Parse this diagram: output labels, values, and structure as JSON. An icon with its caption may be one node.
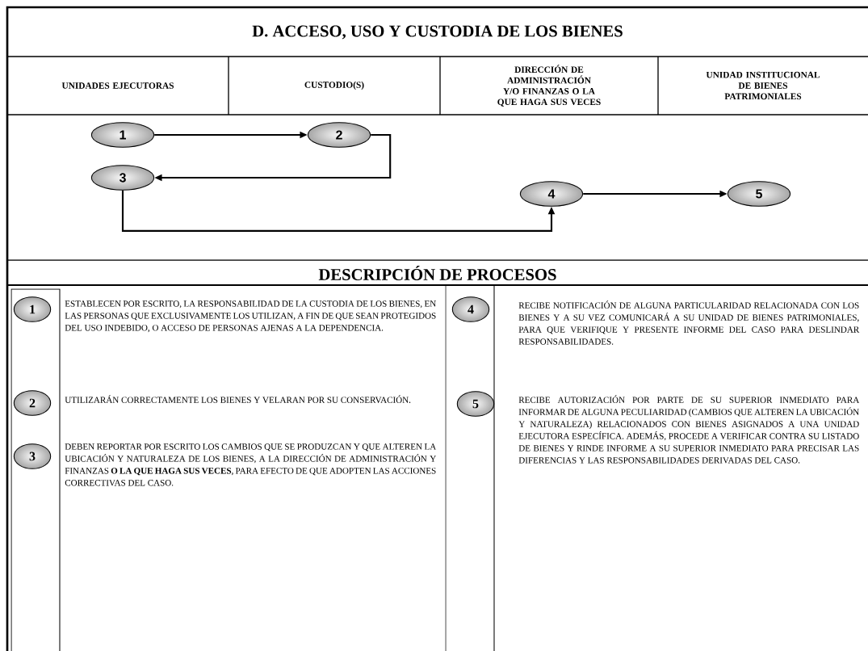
{
  "diagram": {
    "title": "D.  ACCESO, USO Y CUSTODIA DE LOS BIENES",
    "nodes": [
      {
        "text": [
          "1"
        ]
      },
      {
        "text": [
          "2"
        ]
      },
      {
        "text": [
          "3"
        ]
      },
      {
        "text": [
          "4"
        ]
      },
      {
        "text": [
          "5"
        ]
      },
      {
        "text": [
          "1"
        ],
        "beside": [
          "ESTABLECEN POR ESCRITO, LA RESPONSABILIDAD DE LA CUSTODIA DE LOS BIENES, EN LAS PERSONAS QUE EXCLUSIVAMENTE LOS UTILIZAN, A FIN DE QUE SEAN PROTEGIDOS DEL USO INDEBIDO, O ACCESO DE PERSONAS AJENAS A LA DEPENDENCIA."
        ]
      },
      {
        "text": [
          "2"
        ],
        "beside": [
          "UTILIZARÁN CORRECTAMENTE LOS BIENES Y VELARAN POR SU CONSERVACIÓN."
        ]
      },
      {
        "text": [
          "3"
        ],
        "beside": [
          "DEBEN REPORTAR POR ESCRITO LOS CAMBIOS QUE SE PRODUZCAN Y QUE ALTEREN LA UBICACIÓN Y NATURALEZA DE LOS BIENES, A LA DIRECCIÓN DE ADMINISTRACIÓN Y FINANZAS **O LA QUE HAGA SUS VECES**, PARA EFECTO DE QUE ADOPTEN LAS ACCIONES CORRECTIVAS DEL CASO."
        ]
      },
      {
        "text": [
          "4"
        ],
        "beside": [
          "RECIBE NOTIFICACIÓN DE ALGUNA PARTICULARIDAD RELACIONADA CON LOS BIENES Y A SU VEZ COMUNICARÁ A SU UNIDAD DE BIENES PATRIMONIALES, PARA QUE VERIFIQUE Y PRESENTE INFORME DEL CASO PARA DESLINDAR RESPONSABILIDADES."
        ]
      },
      {
        "text": [
          "5"
        ],
        "beside": [
          "RECIBE AUTORIZACIÓN POR PARTE DE SU SUPERIOR INMEDIATO PARA INFORMAR DE ALGUNA PECULIARIDAD (CAMBIOS QUE ALTEREN LA UBICACIÓN Y NATURALEZA) RELACIONADOS CON BIENES ASIGNADOS A UNA UNIDAD EJECUTORA ESPECÍFICA. ADEMÁS, PROCEDE A VERIFICAR CONTRA SU LISTADO DE BIENES Y RINDE INFORME A SU SUPERIOR INMEDIATO PARA PRECISAR LAS DIFERENCIAS Y LAS RESPONSABILIDADES DERIVADAS DEL CASO."
        ]
      }
    ],
    "edges": [
      {
        "from": 0,
        "to": 1,
        "arrow": "to"
      },
      {
        "from": 1,
        "to": 2,
        "arrow": "to"
      },
      {
        "from": 2,
        "to": 3,
        "arrow": "to"
      },
      {
        "from": 3,
        "to": 4,
        "arrow": "to"
      }
    ],
    "labels": [
      "UNIDADES EJECUTORAS",
      "CUSTODIO(S)",
      "DIRECCIÓN DE ADMINISTRACIÓN Y/O FINANZAS O LA QUE HAGA SUS VECES",
      "UNIDAD INSTITUCIONAL DE BIENES PATRIMONIALES",
      "DESCRIPCIÓN DE PROCESOS"
    ]
  }
}
